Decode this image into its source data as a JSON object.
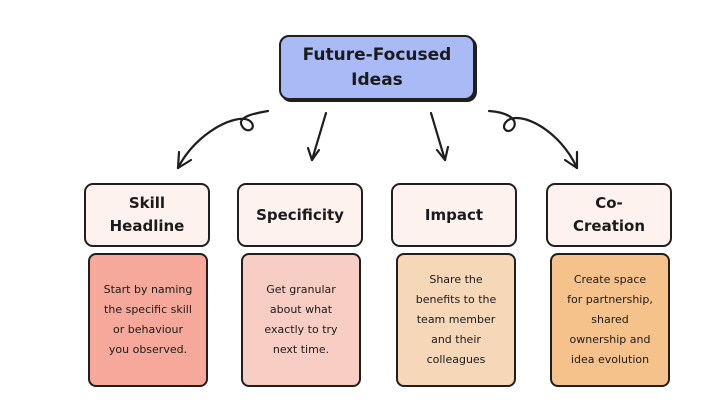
{
  "root": {
    "line1": "Future-Focused",
    "line2": "Ideas"
  },
  "columns": [
    {
      "title_line1": "Skill",
      "title_line2": "Headline",
      "body": [
        "Start by naming",
        "the specific skill",
        "or behaviour",
        "you observed."
      ]
    },
    {
      "title_line1": "Specificity",
      "title_line2": "",
      "body": [
        "Get granular",
        "about what",
        "exactly to try",
        "next time."
      ]
    },
    {
      "title_line1": "Impact",
      "title_line2": "",
      "body": [
        "Share the",
        "benefits to the",
        "team member",
        "and their",
        "colleagues"
      ]
    },
    {
      "title_line1": "Co-",
      "title_line2": "Creation",
      "body": [
        "Create space",
        "for partnership,",
        "shared",
        "ownership and",
        "idea evolution"
      ]
    }
  ],
  "colors": {
    "root_fill": "#a9baf6",
    "header_fill": "#fdf2ee",
    "card_fills": [
      "#f6a99b",
      "#f8cdc3",
      "#f6d7b8",
      "#f6c28b"
    ],
    "outline": "#1f1f1f"
  }
}
